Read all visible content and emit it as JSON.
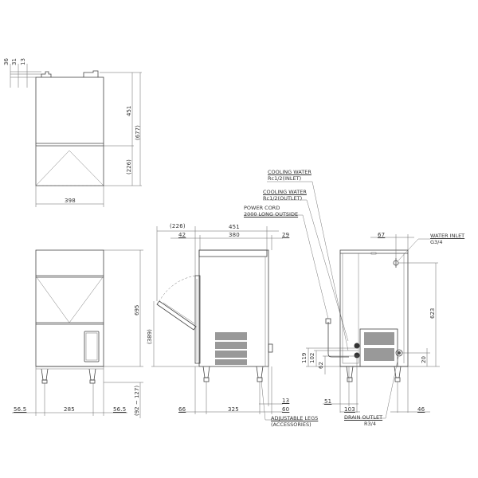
{
  "drawing": {
    "title": "Ice machine dimensional drawing",
    "units": "mm",
    "line_color": "#444444",
    "background": "#ffffff"
  },
  "top_view": {
    "dims": {
      "d36": "36",
      "d31": "31",
      "d13": "13",
      "d451": "451",
      "d677": "(677)",
      "d226": "(226)",
      "d398": "398"
    }
  },
  "front_view": {
    "dims": {
      "d695": "695",
      "d92_127": "(92 ~ 127)",
      "d56_5_left": "56.5",
      "d285": "285",
      "d56_5_right": "56.5"
    }
  },
  "side_view": {
    "dims": {
      "d226": "(226)",
      "d451": "451",
      "d42": "42",
      "d380": "380",
      "d29": "29",
      "d389": "(389)",
      "d66": "66",
      "d325": "325",
      "d13": "13",
      "d60": "60"
    },
    "callouts": {
      "cooling_inlet_line1": "COOLING WATER",
      "cooling_inlet_line2": "Rc1/2(INLET)",
      "cooling_outlet_line1": "COOLING WATER",
      "cooling_outlet_line2": "Rc1/2(OUTLET)",
      "power_cord_line1": "POWER CORD",
      "power_cord_line2": "2000 LONG OUTSIDE",
      "legs_line1": "ADJUSTABLE LEGS",
      "legs_line2": "(ACCESSORIES)"
    }
  },
  "rear_view": {
    "dims": {
      "d67": "67",
      "d623": "623",
      "d119": "119",
      "d102": "102",
      "d62": "62",
      "d20": "20",
      "d51": "51",
      "d103": "103",
      "d46": "46"
    },
    "callouts": {
      "water_inlet_line1": "WATER INLET",
      "water_inlet_line2": "G3/4",
      "drain_line1": "DRAIN OUTLET",
      "drain_line2": "R3/4"
    }
  }
}
